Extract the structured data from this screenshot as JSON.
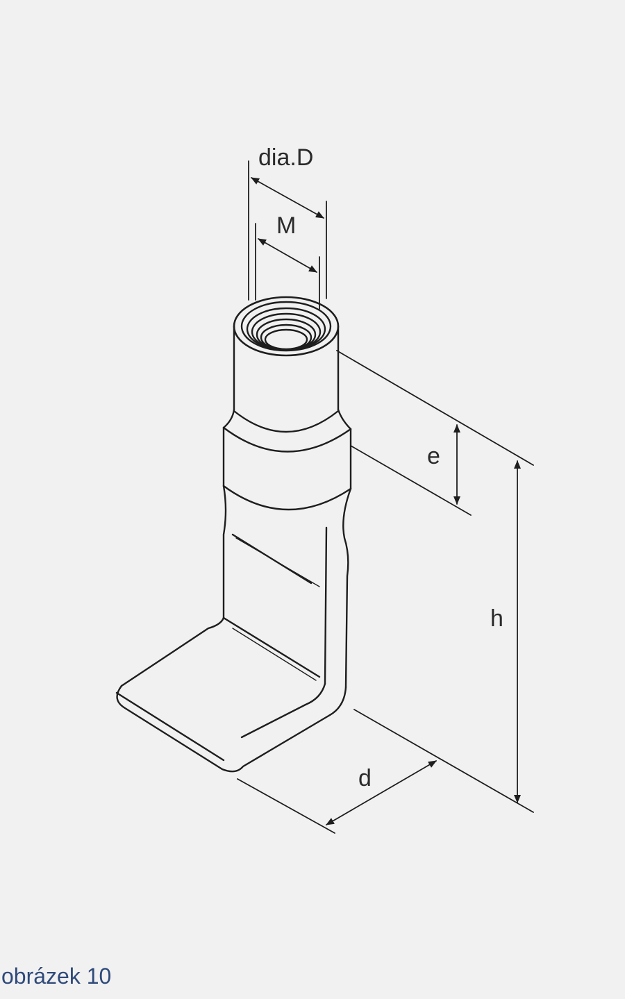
{
  "figure": {
    "caption": "obrázek 10",
    "colors": {
      "background": "#f1f1f1",
      "line": "#1e1e1e",
      "caption": "#2f4a7a"
    },
    "dimensions": {
      "diameter_label": "dia.D",
      "thread_label": "M",
      "e_label": "e",
      "h_label": "h",
      "d_label": "d"
    }
  }
}
